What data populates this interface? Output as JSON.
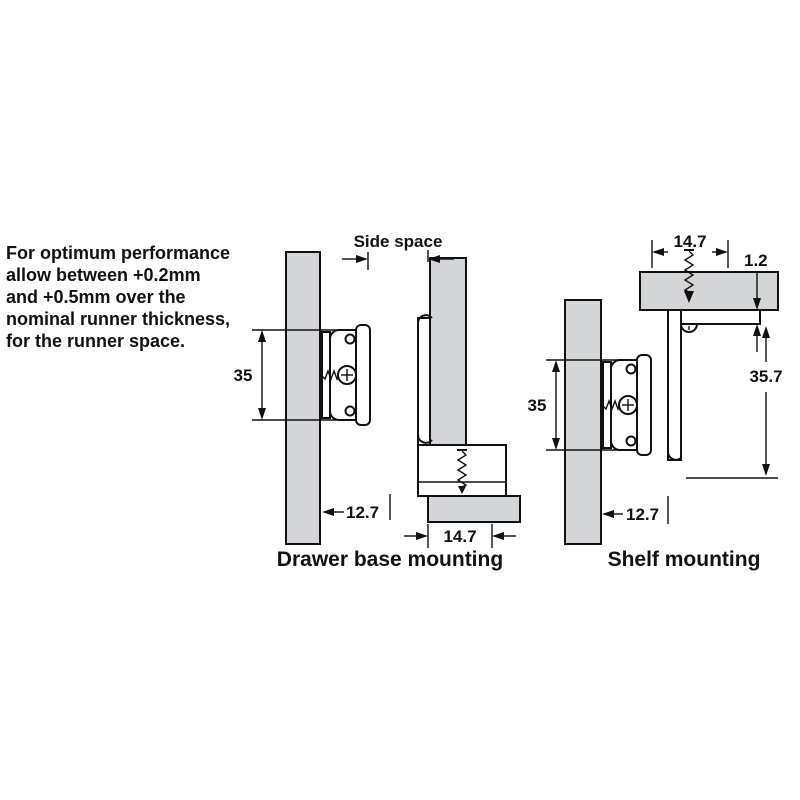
{
  "note": {
    "lines": [
      "For optimum performance",
      "allow between +0.2mm",
      "and +0.5mm over the",
      "nominal runner thickness,",
      "for the runner space."
    ]
  },
  "drawer_base_diagram": {
    "caption": "Drawer base mounting",
    "side_space_label": "Side space",
    "runner_height_mm": "35",
    "runner_space_mm": "12.7",
    "base_width_mm": "14.7"
  },
  "shelf_diagram": {
    "caption": "Shelf mounting",
    "top_width_mm": "14.7",
    "lip_thickness_mm": "1.2",
    "drop_height_mm": "35.7",
    "runner_height_mm": "35",
    "runner_space_mm": "12.7"
  },
  "colors": {
    "panel_fill": "#d3d5d7",
    "outline": "#111111",
    "background": "#ffffff"
  }
}
